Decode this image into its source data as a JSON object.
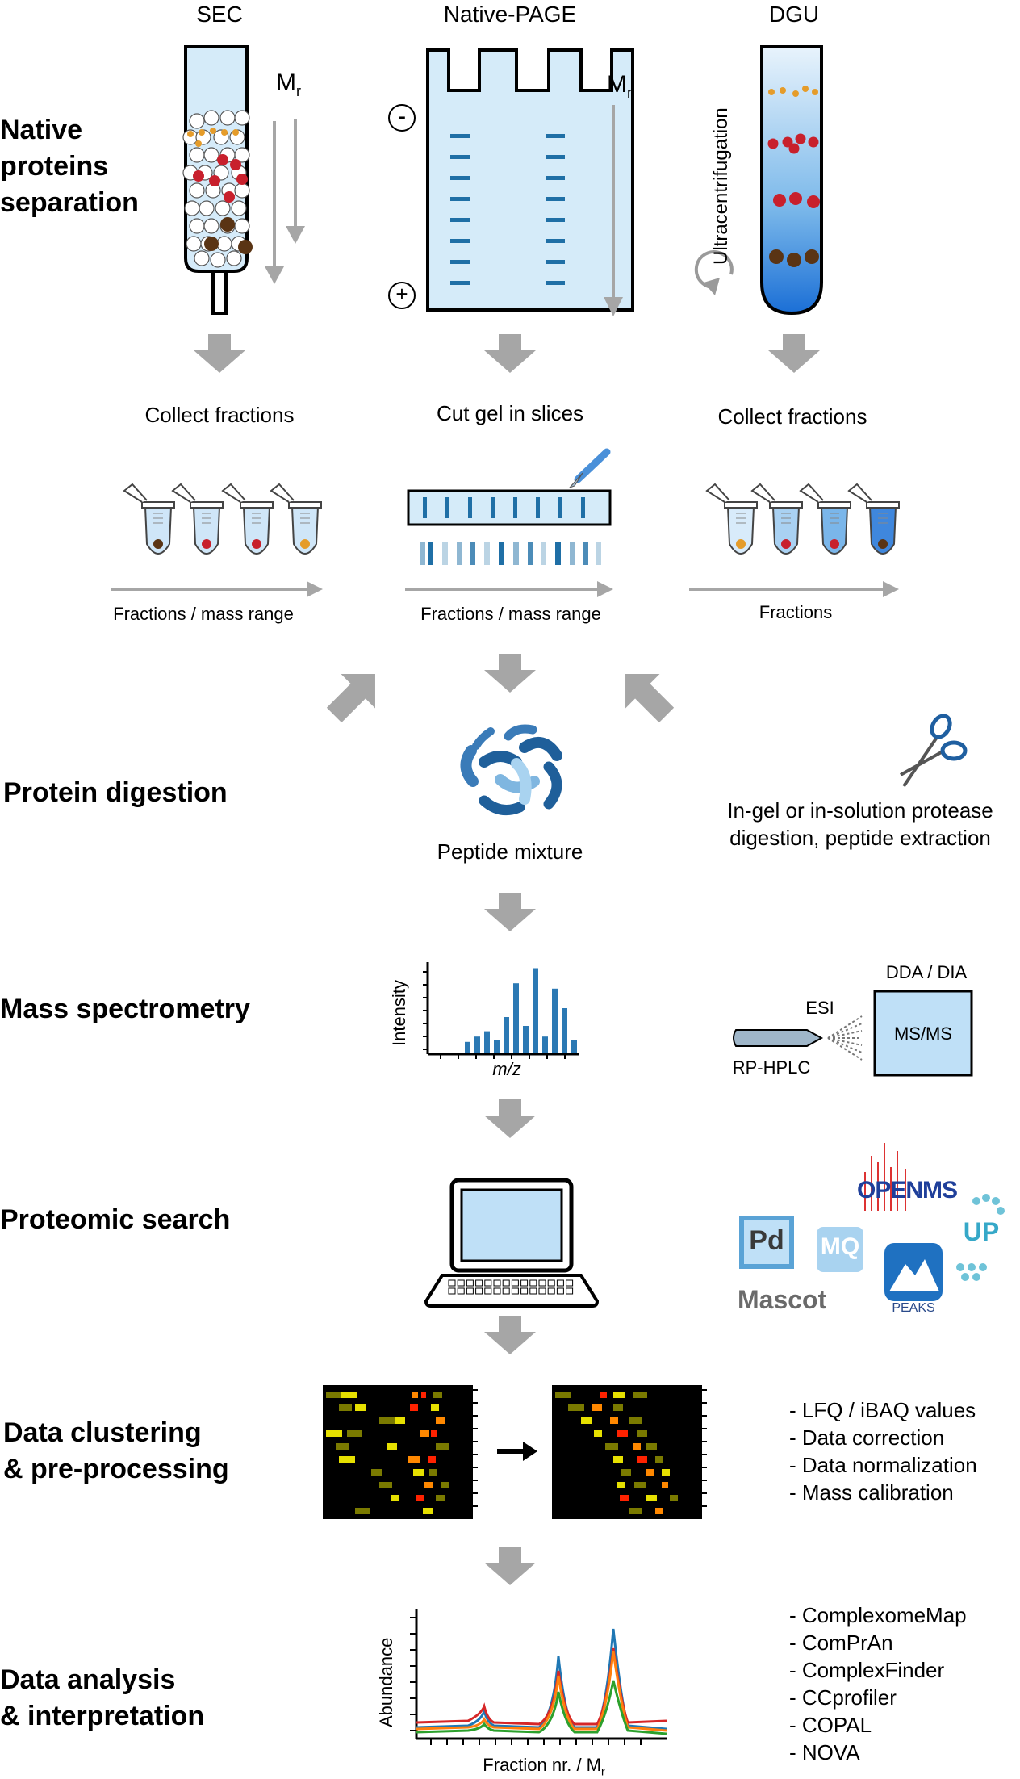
{
  "columns": {
    "sec": {
      "title": "SEC",
      "step_label": "Collect fractions",
      "axis_label": "Fractions / mass range"
    },
    "page": {
      "title": "Native-PAGE",
      "step_label": "Cut gel in slices",
      "axis_label": "Fractions / mass range"
    },
    "dgu": {
      "title": "DGU",
      "step_label": "Collect fractions",
      "axis_label": "Fractions",
      "rotation_label": "Ultracentrifugation"
    }
  },
  "mr_label": {
    "main": "M",
    "sub": "r"
  },
  "gel_polarity": {
    "negative": "-",
    "positive": "+"
  },
  "steps": {
    "separation": [
      "Native",
      "proteins",
      "separation"
    ],
    "digestion": "Protein digestion",
    "ms": "Mass spectrometry",
    "search": "Proteomic search",
    "clustering": [
      "Data clustering",
      "& pre-processing"
    ],
    "analysis": [
      "Data analysis",
      "& interpretation"
    ]
  },
  "digestion": {
    "product_label": "Peptide mixture",
    "description": [
      "In-gel or in-solution protease",
      "digestion, peptide extraction"
    ]
  },
  "ms_spectrum": {
    "ylabel": "Intensity",
    "xlabel": "m/z",
    "chart_data": {
      "type": "bar",
      "values": [
        0.12,
        0.18,
        0.24,
        0.14,
        0.4,
        0.78,
        0.3,
        0.95,
        0.18,
        0.72,
        0.5,
        0.14
      ]
    }
  },
  "ms_setup": {
    "acq_label": "DDA / DIA",
    "box_label": "MS/MS",
    "esi_label": "ESI",
    "lc_label": "RP-HPLC"
  },
  "software_logos": {
    "openms": "OPENMS",
    "pd": "Pd",
    "mq": "MQ",
    "mascot": "Mascot",
    "peaks": "PEAKS",
    "up": "UP"
  },
  "preprocessing_list": [
    "- LFQ / iBAQ values",
    "- Data correction",
    "- Data normalization",
    "- Mass calibration"
  ],
  "tools_list": [
    "- ComplexomeMap",
    "- ComPrAn",
    "- ComplexFinder",
    "- CCprofiler",
    "- COPAL",
    "- NOVA"
  ],
  "profile_plot": {
    "ylabel": "Abundance",
    "xlabel_main": "Fraction nr. / M",
    "xlabel_sub": "r"
  },
  "colors": {
    "arrow_gray": "#a6a6a6",
    "light_blue": "#b8dcf5",
    "dark_blue": "#1f6fa6",
    "red_protein": "#c8202c",
    "brown_protein": "#5a3414",
    "orange_protein": "#e59c2a",
    "spectrum_bar": "#2b79b4"
  }
}
